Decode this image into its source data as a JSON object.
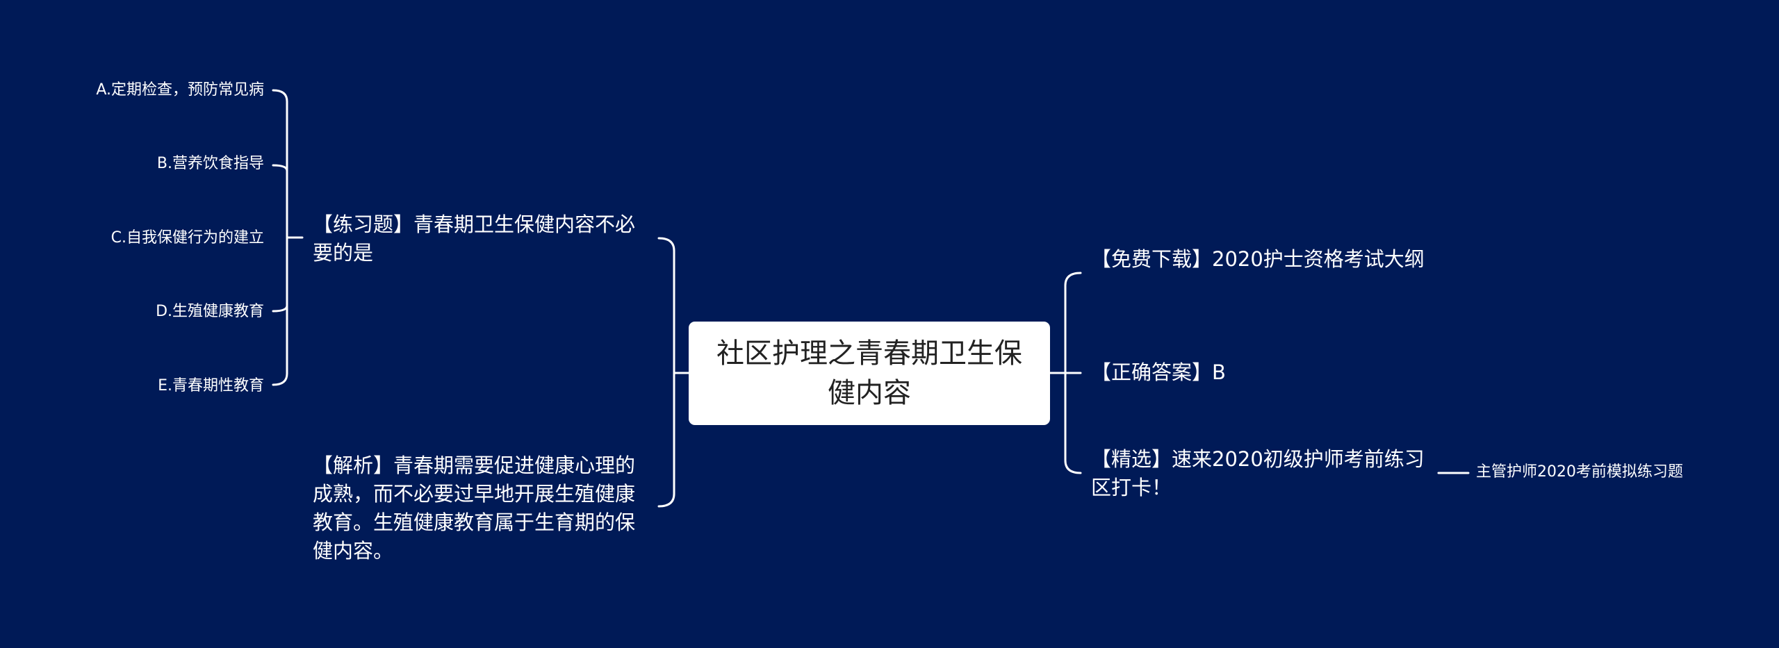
{
  "colors": {
    "background": "#001a57",
    "root_fill": "#ffffff",
    "root_text": "#222222",
    "line": "#ffffff",
    "text": "#ffffff"
  },
  "root": {
    "title": "社区护理之青春期卫生保健内容"
  },
  "left": {
    "question": {
      "text": "【练习题】青春期卫生保健内容不必要的是",
      "options": [
        "A.定期检查，预防常见病",
        "B.营养饮食指导",
        "C.自我保健行为的建立",
        "D.生殖健康教育",
        "E.青春期性教育"
      ]
    },
    "analysis": {
      "text": "【解析】青春期需要促进健康心理的成熟，而不必要过早地开展生殖健康教育。生殖健康教育属于生育期的保健内容。"
    }
  },
  "right": {
    "download": {
      "text": "【免费下载】2020护士资格考试大纲"
    },
    "answer": {
      "text": "【正确答案】B"
    },
    "featured": {
      "text": "【精选】速来2020初级护师考前练习区打卡！",
      "child": "主管护师2020考前模拟练习题"
    }
  }
}
